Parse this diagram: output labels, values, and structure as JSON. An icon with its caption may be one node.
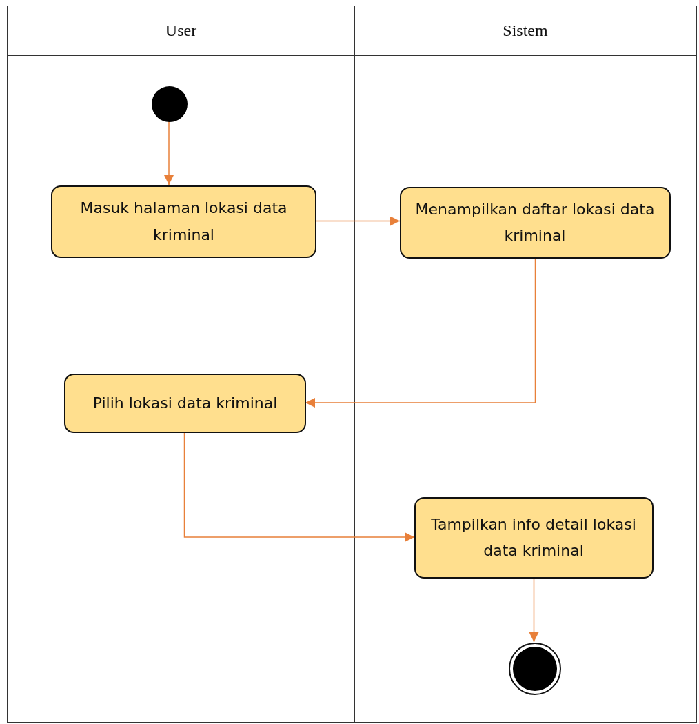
{
  "diagram": {
    "nodes": [
      {
        "text": [
          "User"
        ]
      },
      {
        "text": [
          "Sistem"
        ]
      },
      {
        "text": [],
        "shape": "circle",
        "in": 0
      },
      {
        "text": [
          "Masuk halaman lokasi data kriminal"
        ],
        "in": 0
      },
      {
        "text": [
          "Menampilkan daftar lokasi data kriminal"
        ],
        "in": 1
      },
      {
        "text": [
          "Pilih lokasi data kriminal"
        ],
        "in": 0
      },
      {
        "text": [
          "Tampilkan info detail lokasi data kriminal"
        ],
        "in": 1
      },
      {
        "text": [],
        "shape": "circle",
        "in": 1
      }
    ],
    "edges": [
      {
        "from": 2,
        "to": 3,
        "arrow": "to"
      },
      {
        "from": 3,
        "to": 4,
        "arrow": "to"
      },
      {
        "from": 4,
        "to": 5,
        "arrow": "to"
      },
      {
        "from": 5,
        "to": 6,
        "arrow": "to"
      },
      {
        "from": 6,
        "to": 7,
        "arrow": "to"
      }
    ]
  }
}
